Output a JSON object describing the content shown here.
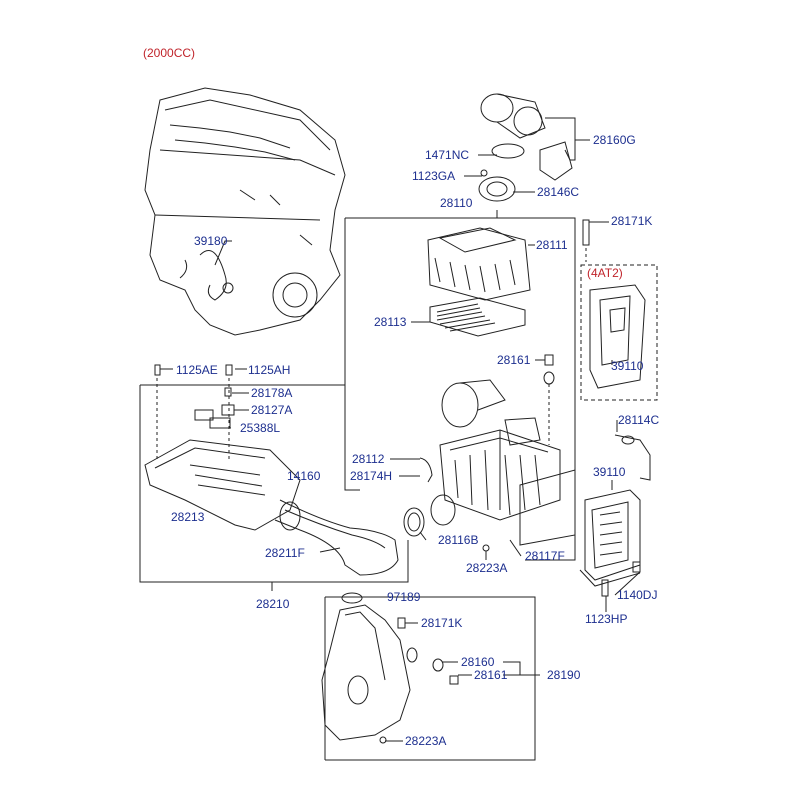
{
  "variant_label": "(2000CC)",
  "at_label": "(4AT2)",
  "colors": {
    "part_number": "#1d2f8f",
    "variant": "#c0242b",
    "line": "#222222"
  },
  "labels": {
    "p28160G": "28160G",
    "p1471NC": "1471NC",
    "p1123GA": "1123GA",
    "p28146C": "28146C",
    "p28110": "28110",
    "p28171K_top": "28171K",
    "p28111": "28111",
    "p39180": "39180",
    "p28113": "28113",
    "p28161_mid": "28161",
    "p39110_top": "39110",
    "p1125AE": "1125AE",
    "p1125AH": "1125AH",
    "p28178A": "28178A",
    "p28127A": "28127A",
    "p25388L": "25388L",
    "p28114C": "28114C",
    "p28112": "28112",
    "p14160": "14160",
    "p28174H": "28174H",
    "p39110_mid": "39110",
    "p28213": "28213",
    "p28116B": "28116B",
    "p28117F": "28117F",
    "p28211F": "28211F",
    "p28223A_mid": "28223A",
    "p1140DJ": "1140DJ",
    "p28210": "28210",
    "p97189": "97189",
    "p1123HP": "1123HP",
    "p28171K_low": "28171K",
    "p28160": "28160",
    "p28190": "28190",
    "p28161_low": "28161",
    "p28223A_low": "28223A"
  }
}
